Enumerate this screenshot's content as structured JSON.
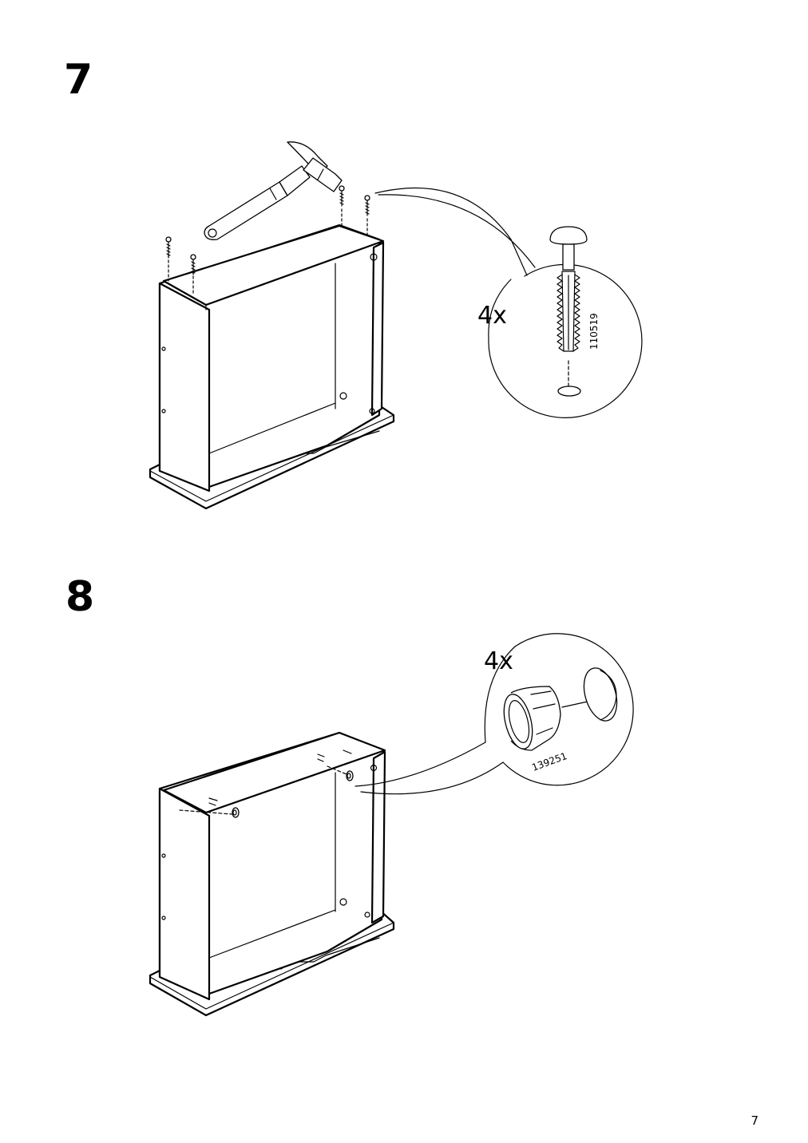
{
  "steps": [
    {
      "number": "7",
      "quantity": "4x",
      "part_number": "110519"
    },
    {
      "number": "8",
      "quantity": "4x",
      "part_number": "139251"
    }
  ],
  "page_number": "7"
}
